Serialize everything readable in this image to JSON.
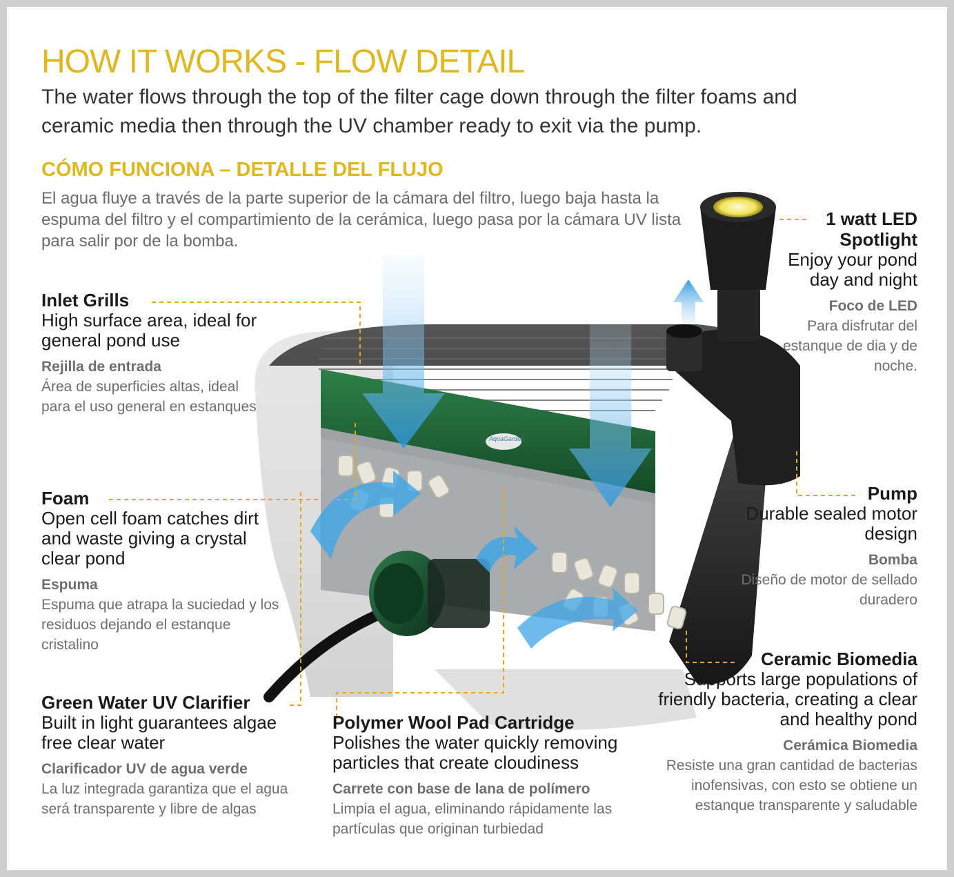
{
  "header": {
    "title": "HOW IT WORKS - FLOW DETAIL",
    "intro": "The water flows through the top of the filter cage down through the filter foams and ceramic media then through the UV chamber ready to exit via the pump.",
    "title_es": "CÓMO FUNCIONA – DETALLE DEL FLUJO",
    "intro_es": "El agua fluye a través de la parte superior de la cámara del filtro, luego baja hasta la espuma del filtro y el compartimiento de la cerámica, luego pasa por la cámara UV lista para salir por de la bomba."
  },
  "labels": {
    "inlet": {
      "heading": "Inlet Grills",
      "desc": "High surface area, ideal for general pond use",
      "heading_es": "Rejilla de entrada",
      "desc_es": "Área de superficies altas, ideal para el uso general en estanques"
    },
    "foam": {
      "heading": "Foam",
      "desc": "Open cell foam catches dirt and waste giving a crystal clear pond",
      "heading_es": "Espuma",
      "desc_es": "Espuma que atrapa la suciedad y los residuos dejando el estanque cristalino"
    },
    "uv": {
      "heading": "Green Water UV Clarifier",
      "desc": "Built in light guarantees algae free clear water",
      "heading_es": "Clarificador UV de agua verde",
      "desc_es": "La luz integrada garantiza que el agua será transparente y libre de algas"
    },
    "wool": {
      "heading": "Polymer Wool Pad Cartridge",
      "desc": "Polishes the water quickly removing particles that create cloudiness",
      "heading_es": "Carrete con base de lana de polímero",
      "desc_es": "Limpia el agua, eliminando rápidamente las partículas que originan turbiedad"
    },
    "led": {
      "heading": "1 watt LED Spotlight",
      "desc": "Enjoy your pond day and night",
      "heading_es": "Foco de LED",
      "desc_es": "Para disfrutar del estanque de dia y de noche."
    },
    "pump": {
      "heading": "Pump",
      "desc": "Durable sealed motor design",
      "heading_es": "Bomba",
      "desc_es": "Diseño de motor de sellado duradero"
    },
    "ceramic": {
      "heading": "Ceramic Biomedia",
      "desc": "Supports large populations of friendly bacteria, creating a clear and healthy pond",
      "heading_es": "Cerámica Biomedia",
      "desc_es": "Resiste una gran cantidad de bacterias inofensivas, con esto se obtiene un estanque transparente y saludable"
    },
    "brand_mark": "AquaGarden"
  },
  "colors": {
    "accent_gold": "#e0b81e",
    "leader_gold": "#e6a817",
    "flow_blue": "#3fa6e6",
    "foam_green": "#1f6b3a",
    "housing_dark": "#2a2a2a"
  }
}
